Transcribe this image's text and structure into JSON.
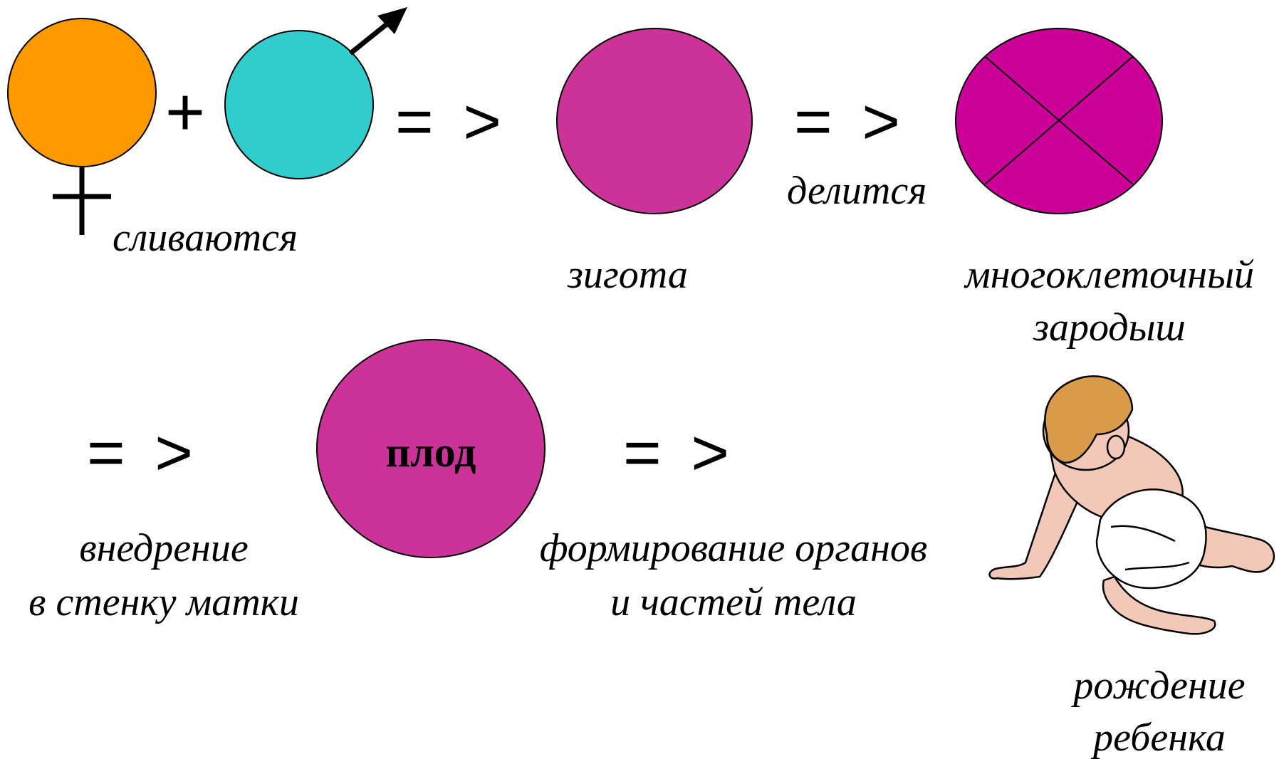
{
  "colors": {
    "egg": "#ff9900",
    "sperm": "#33cccc",
    "zygote": "#cc3399",
    "embryo": "#cc0099",
    "fruit": "#cc3399",
    "baby_hair": "#d99a4a",
    "baby_skin": "#f2c9b8"
  },
  "icons": {
    "female": "female-symbol-icon",
    "male": "male-symbol-icon",
    "baby": "crawling-baby-icon"
  },
  "operators": {
    "plus": "+",
    "arrow": "= >"
  },
  "labels": {
    "merge": "сливаются",
    "zygote": "зигота",
    "divides": "делится",
    "embryo_line1": "многоклеточный",
    "embryo_line2": "зародыш",
    "implant_line1": "внедрение",
    "implant_line2": "в стенку матки",
    "fruit": "плод",
    "organs_line1": "формирование органов",
    "organs_line2": "и частей тела",
    "birth_line1": "рождение",
    "birth_line2": "ребенка"
  }
}
